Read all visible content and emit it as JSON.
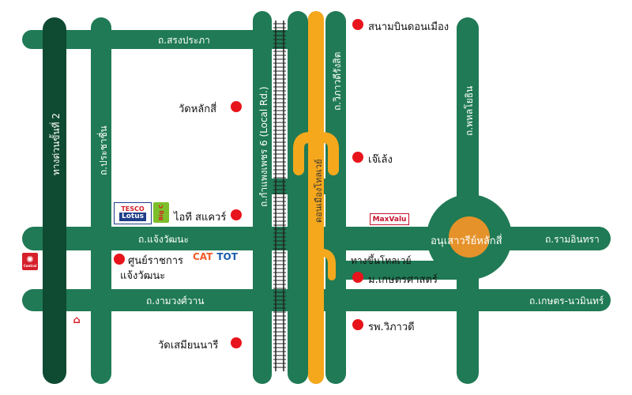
{
  "roads": {
    "songprakarn": "ถ.สรงประภา",
    "chaengwattana": "ถ.แจ้งวัฒนะ",
    "ngamwongwan": "ถ.งามวงศ์วาน",
    "ramintra": "ถ.รามอินทรา",
    "kaset_nawamin": "ถ.เกษตร-นวมินทร์",
    "expressway2": "ทางด่วนขั้นที่ 2",
    "prachachuen": "ถ.ประชาชื่น",
    "kamphaengphet": "ถ.กำแพงเพชร 6 (Local Rd.)",
    "viphavadi": "ถ.วิภาวดีรังสิต",
    "phahonyothin": "ถ.พหลโยธิน",
    "donmueang_tollway": "ดอนเมืองโทลเวย์"
  },
  "landmarks": {
    "donmueang_airport": "สนามบินดอนเมือง",
    "wat_laksi": "วัดหลักสี่",
    "jae_leng": "เจ๊เล้ง",
    "it_square": "ไอที สแควร์",
    "government_center_line1": "ศูนย์ราชการ",
    "government_center_line2": "แจ้งวัฒนะ",
    "tollway_exit": "ทางขึ้นโทลเวย์",
    "kasetsart_univ": "ม.เกษตรศาสตร์",
    "vibhavadi_hospital": "รพ.วิภาวดี",
    "wat_samian_nari": "วัดเสมียนนารี",
    "laksi_monument": "อนุเสาวรีย์หลักสี่"
  },
  "logos": {
    "tesco": "TESCO",
    "lotus": "Lotus",
    "bigc": "Big C",
    "maxvalu": "MaxValu",
    "cat": "CAT",
    "tot": "TOT",
    "central": "Central"
  },
  "colors": {
    "road": "#1f7a55",
    "expressway": "#0f4a33",
    "tollway": "#f5a81c",
    "circle_center": "#e6922a",
    "marker": "#e8141b"
  }
}
